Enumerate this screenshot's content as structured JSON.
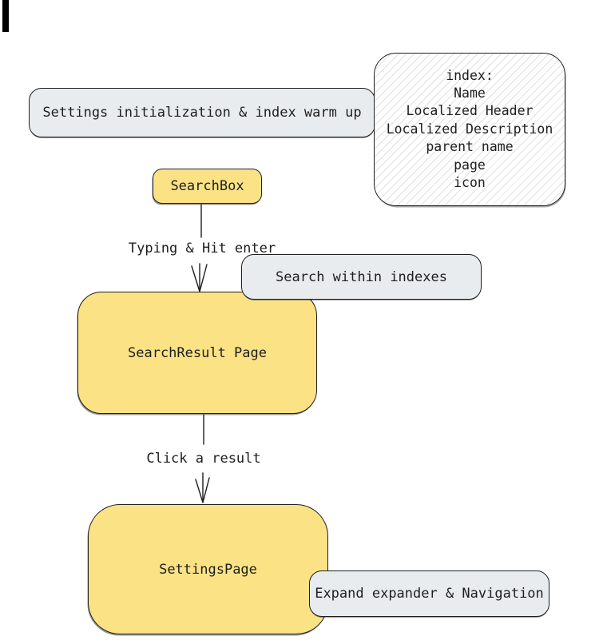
{
  "colors": {
    "node_fill_yellow": "#fae285",
    "node_fill_gray": "#e9ecef",
    "stroke": "#1e1e1e",
    "hatch_line": "rgba(70,70,70,0.16)",
    "background": "#ffffff"
  },
  "nodes": {
    "settings_init": {
      "label": "Settings initialization & index warm up"
    },
    "index_note": {
      "lines": [
        "index:",
        "Name",
        "Localized Header",
        "Localized Description",
        "parent name",
        "page",
        "icon"
      ]
    },
    "search_box": {
      "label": "SearchBox"
    },
    "search_within": {
      "label": "Search within indexes"
    },
    "search_result": {
      "label": "SearchResult Page"
    },
    "settings_page": {
      "label": "SettingsPage"
    },
    "expand_nav": {
      "label": "Expand expander & Navigation"
    }
  },
  "edges": {
    "typing_enter": {
      "label": "Typing & Hit enter"
    },
    "click_result": {
      "label": "Click a result"
    }
  }
}
